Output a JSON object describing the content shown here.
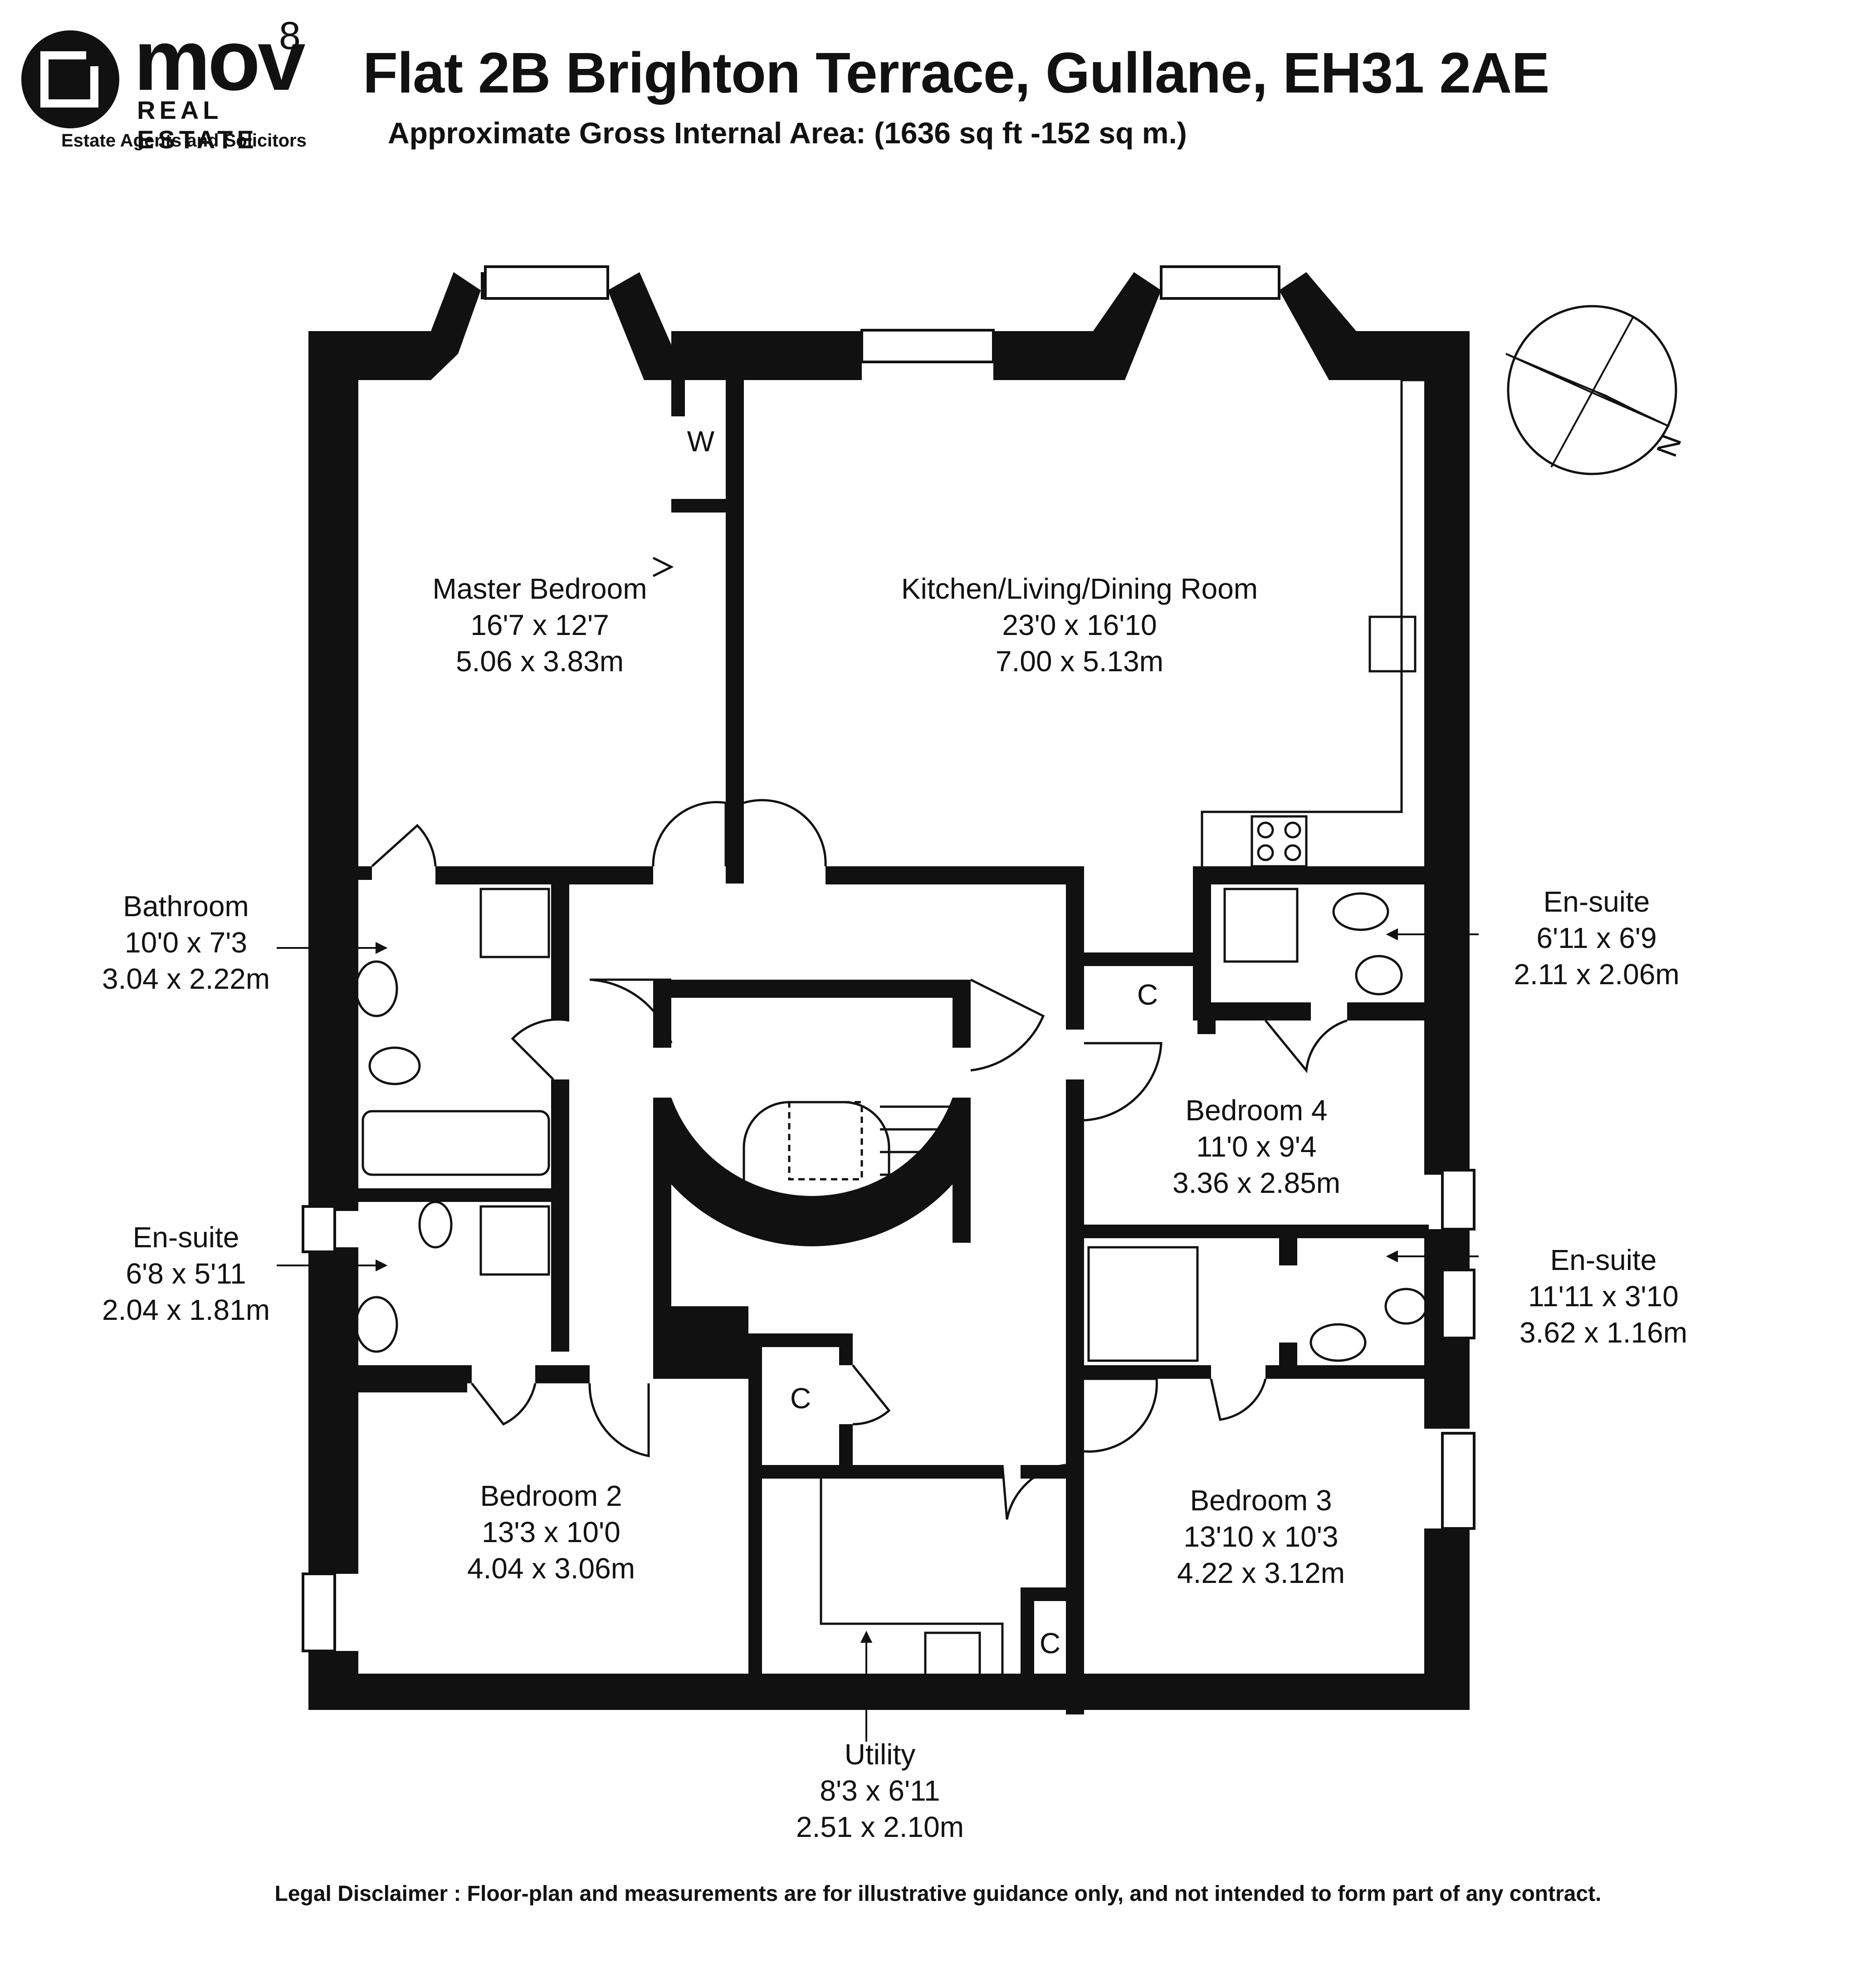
{
  "logo": {
    "wordmark": "mov",
    "superscript": "8",
    "line2": "REAL ESTATE",
    "tagline": "Estate Agents and Solicitors"
  },
  "header": {
    "title": "Flat 2B Brighton Terrace, Gullane, EH31 2AE",
    "subtitle": "Approximate Gross Internal Area: (1636 sq ft -152 sq m.)"
  },
  "compass": {
    "north_label": "N"
  },
  "rooms": {
    "master_bedroom": {
      "name": "Master Bedroom",
      "imperial": "16'7 x 12'7",
      "metric": "5.06 x 3.83m"
    },
    "kitchen": {
      "name": "Kitchen/Living/Dining Room",
      "imperial": "23'0 x 16'10",
      "metric": "7.00 x 5.13m"
    },
    "bathroom": {
      "name": "Bathroom",
      "imperial": "10'0 x 7'3",
      "metric": "3.04 x 2.22m"
    },
    "ensuite_1": {
      "name": "En-suite",
      "imperial": "6'11 x 6'9",
      "metric": "2.11 x 2.06m"
    },
    "ensuite_2": {
      "name": "En-suite",
      "imperial": "6'8 x 5'11",
      "metric": "2.04 x 1.81m"
    },
    "ensuite_3": {
      "name": "En-suite",
      "imperial": "11'11 x 3'10",
      "metric": "3.62 x 1.16m"
    },
    "bedroom_4": {
      "name": "Bedroom 4",
      "imperial": "11'0 x 9'4",
      "metric": "3.36 x 2.85m"
    },
    "bedroom_2": {
      "name": "Bedroom 2",
      "imperial": "13'3 x 10'0",
      "metric": "4.04 x 3.06m"
    },
    "bedroom_3": {
      "name": "Bedroom 3",
      "imperial": "13'10 x 10'3",
      "metric": "4.22 x 3.12m"
    },
    "utility": {
      "name": "Utility",
      "imperial": "8'3 x 6'11",
      "metric": "2.51 x 2.10m"
    }
  },
  "cupboards": {
    "wardrobe": "W",
    "cupboard": "C"
  },
  "footer": {
    "disclaimer": "Legal Disclaimer : Floor-plan and measurements are for illustrative guidance only, and not intended to form part of any contract."
  }
}
